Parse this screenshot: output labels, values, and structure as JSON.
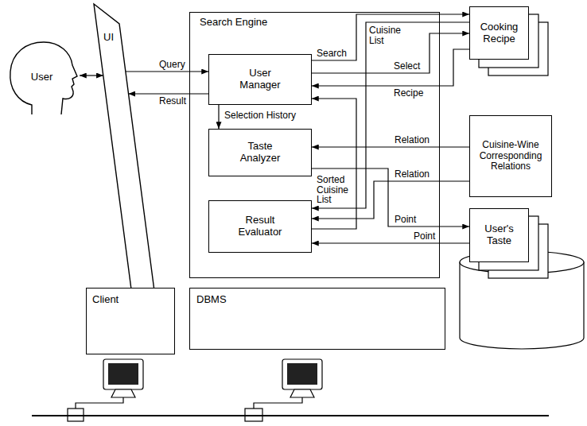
{
  "diagram": {
    "nodes": [
      {
        "text": [
          "User"
        ]
      },
      {
        "text": [
          "UI"
        ]
      },
      {
        "text": [
          "Search Engine"
        ]
      },
      {
        "text": [
          "User Manager"
        ],
        "in": 2
      },
      {
        "text": [
          "Taste Analyzer"
        ],
        "in": 2
      },
      {
        "text": [
          "Result Evaluator"
        ],
        "in": 2
      },
      {
        "text": [
          "Cooking Recipe"
        ]
      },
      {
        "text": [
          "Cuisine-Wine Corresponding Relations"
        ]
      },
      {
        "text": [
          "User's Taste"
        ]
      },
      {
        "text": [
          "Client"
        ]
      },
      {
        "text": [
          "DBMS"
        ]
      }
    ],
    "edges": [
      {
        "from": 0,
        "to": 1,
        "arrow": "both"
      },
      {
        "from": 1,
        "to": 3,
        "label": "Query",
        "arrow": "to"
      },
      {
        "from": 3,
        "to": 1,
        "label": "Result",
        "arrow": "to"
      },
      {
        "from": 3,
        "to": 6,
        "label": "Search",
        "arrow": "to"
      },
      {
        "from": 6,
        "to": 5,
        "label": "Cuisine List",
        "arrow": "to"
      },
      {
        "from": 3,
        "to": 6,
        "label": "Select",
        "arrow": "to"
      },
      {
        "from": 6,
        "to": 3,
        "label": "Recipe",
        "arrow": "to"
      },
      {
        "from": 3,
        "to": 4,
        "label": "Selection History",
        "arrow": "to"
      },
      {
        "from": 7,
        "to": 4,
        "label": "Relation",
        "arrow": "to"
      },
      {
        "from": 5,
        "to": 3,
        "label": "Sorted Cuisine List",
        "arrow": "to"
      },
      {
        "from": 7,
        "to": 5,
        "label": "Relation",
        "arrow": "to"
      },
      {
        "from": 4,
        "to": 8,
        "label": "Point",
        "arrow": "to"
      },
      {
        "from": 8,
        "to": 5,
        "label": "Point",
        "arrow": "to"
      }
    ]
  }
}
